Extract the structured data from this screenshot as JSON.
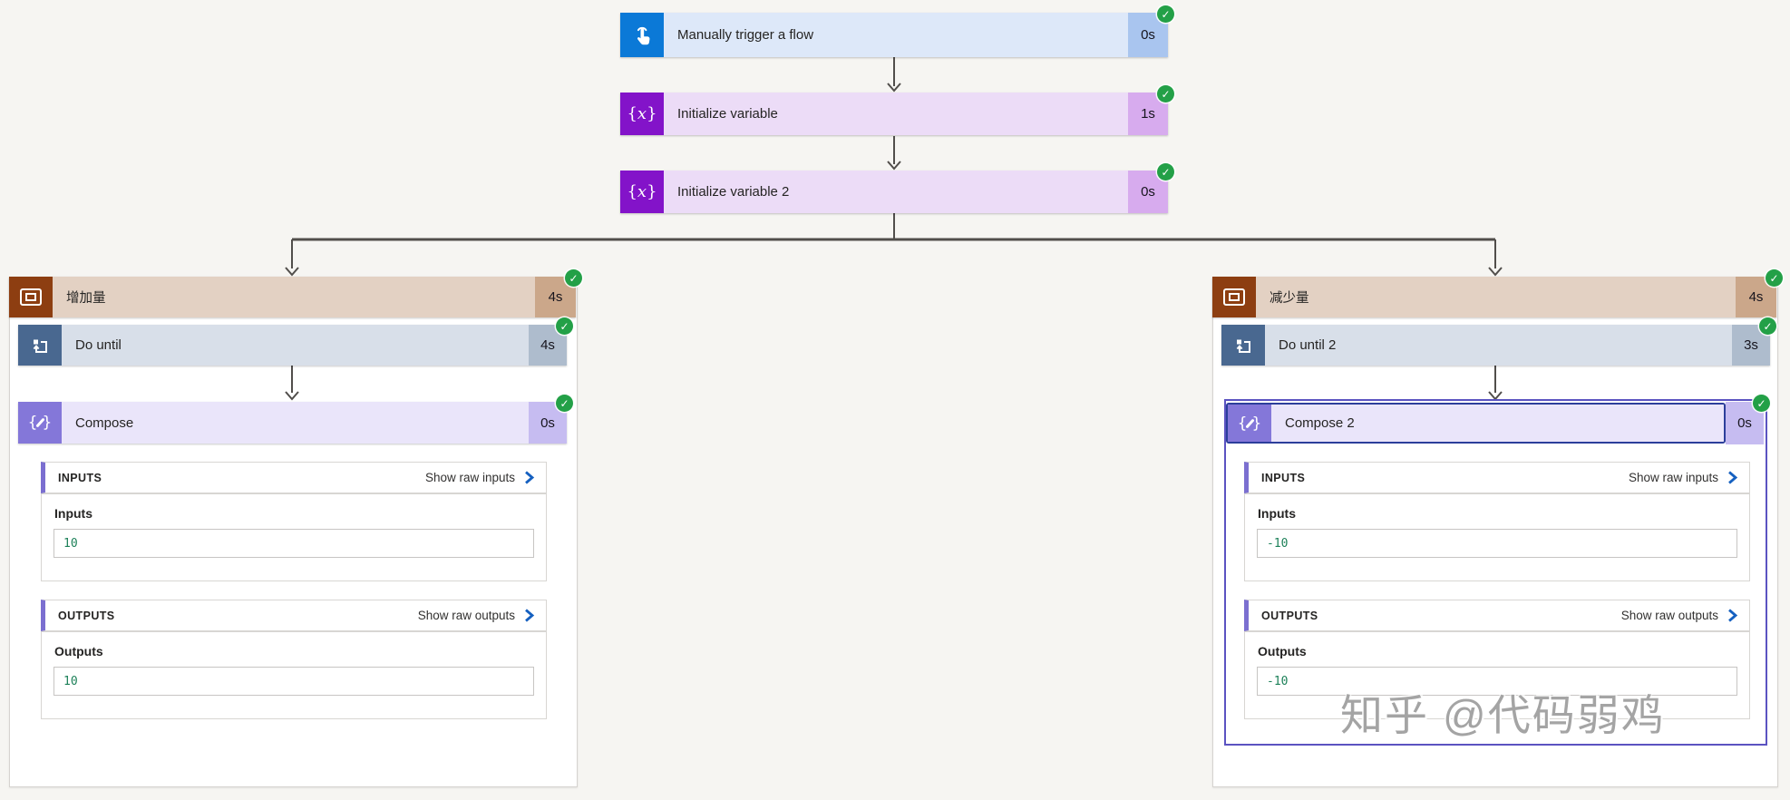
{
  "colors": {
    "accent_purple": "#7b6fd0",
    "success_green": "#23a047",
    "link_blue": "#1560c0",
    "value_green": "#1d8159",
    "selection_border": "#5b53c1"
  },
  "watermark": "知乎 @代码弱鸡",
  "chain": [
    {
      "id": "manual-trigger",
      "title": "Manually trigger a flow",
      "duration": "0s",
      "status": "succeeded"
    },
    {
      "id": "initialize-variable",
      "title": "Initialize variable",
      "duration": "1s",
      "status": "succeeded"
    },
    {
      "id": "initialize-variable-2",
      "title": "Initialize variable 2",
      "duration": "0s",
      "status": "succeeded"
    }
  ],
  "left": {
    "scope": {
      "title": "增加量",
      "duration": "4s",
      "status": "succeeded"
    },
    "do_until": {
      "title": "Do until",
      "duration": "4s",
      "status": "succeeded"
    },
    "compose": {
      "title": "Compose",
      "duration": "0s",
      "status": "succeeded",
      "selected": false
    },
    "inputs": {
      "header": "INPUTS",
      "link": "Show raw inputs",
      "label": "Inputs",
      "value": "10"
    },
    "outputs": {
      "header": "OUTPUTS",
      "link": "Show raw outputs",
      "label": "Outputs",
      "value": "10"
    }
  },
  "right": {
    "scope": {
      "title": "减少量",
      "duration": "4s",
      "status": "succeeded"
    },
    "do_until": {
      "title": "Do until 2",
      "duration": "3s",
      "status": "succeeded"
    },
    "compose": {
      "title": "Compose 2",
      "duration": "0s",
      "status": "succeeded",
      "selected": true
    },
    "inputs": {
      "header": "INPUTS",
      "link": "Show raw inputs",
      "label": "Inputs",
      "value": "-10"
    },
    "outputs": {
      "header": "OUTPUTS",
      "link": "Show raw outputs",
      "label": "Outputs",
      "value": "-10"
    }
  },
  "icons": {
    "trigger": "manual-trigger-tap-icon",
    "variable": "braces-x-icon",
    "scope": "nested-rectangles-icon",
    "do_until": "loop-arrow-icon",
    "compose": "braces-pencil-icon",
    "status": "success-check-icon",
    "raw_link": "chevron-right-icon"
  }
}
